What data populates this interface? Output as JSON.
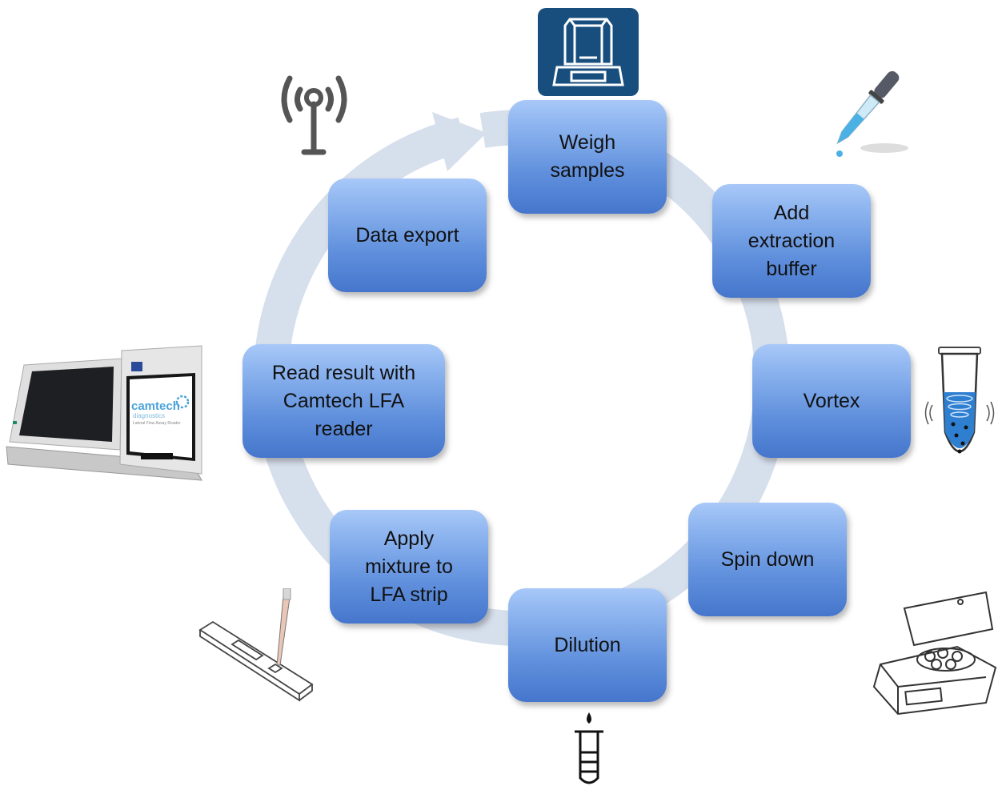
{
  "diagram": {
    "steps": [
      {
        "label": "Weigh\nsamples"
      },
      {
        "label": "Add\nextraction\nbuffer"
      },
      {
        "label": "Vortex"
      },
      {
        "label": "Spin down"
      },
      {
        "label": "Dilution"
      },
      {
        "label": "Apply\nmixture to\nLFA strip"
      },
      {
        "label": "Read result with\nCamtech LFA\nreader"
      },
      {
        "label": "Data export"
      }
    ],
    "icons": [
      "analytical-balance-icon",
      "dropper-icon",
      "vortex-tube-icon",
      "centrifuge-icon",
      "test-tube-icon",
      "lfa-strip-pipette-icon",
      "lfa-reader-device-icon",
      "antenna-icon"
    ],
    "device": {
      "brand": "camtech",
      "sub": "diagnostics",
      "caption": "Lateral Flow Assay Reader"
    },
    "colors": {
      "box_top": "#a8c8f8",
      "box_bottom": "#4576cc",
      "ring": "#d6dfec",
      "balance_bg": "#184e7d"
    }
  }
}
